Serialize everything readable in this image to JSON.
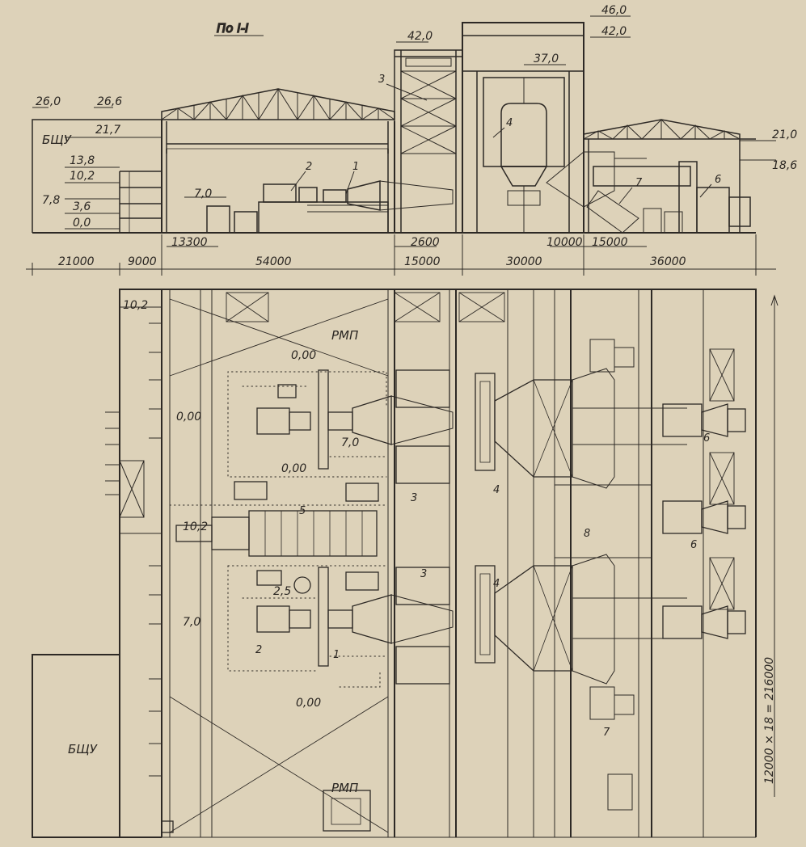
{
  "colors": {
    "paper": "#ddd2b9",
    "ink": "#2d2925",
    "grid": "#3a342e"
  },
  "section": {
    "title": "По I-I",
    "label_control_room": "БЩУ",
    "elevations": [
      "26,0",
      "26,6",
      "21,7",
      "13,8",
      "10,2",
      "7,8",
      "3,6",
      "0,0",
      "7,0",
      "42,0",
      "46,0",
      "42,0",
      "37,0",
      "21,0",
      "18,6"
    ],
    "item_numbers": [
      "1",
      "2",
      "3",
      "4",
      "6",
      "7"
    ],
    "dimensions_lower": [
      "21000",
      "9000",
      "54000",
      "15000",
      "30000",
      "36000"
    ],
    "dimensions_upper": [
      "13300",
      "2600",
      "10000",
      "15000"
    ]
  },
  "plan": {
    "label_repair_top": "РМП",
    "label_repair_bottom": "РМП",
    "label_control_room": "БЩУ",
    "elevations": [
      "10,2",
      "0,00",
      "0,00",
      "7,0",
      "0,00",
      "10,2",
      "2,5",
      "7,0",
      "0,00"
    ],
    "item_numbers": [
      "3",
      "4",
      "5",
      "6",
      "8",
      "6",
      "3",
      "4",
      "1",
      "2",
      "7"
    ],
    "overall_dimension": "12000 × 18 = 216000"
  }
}
